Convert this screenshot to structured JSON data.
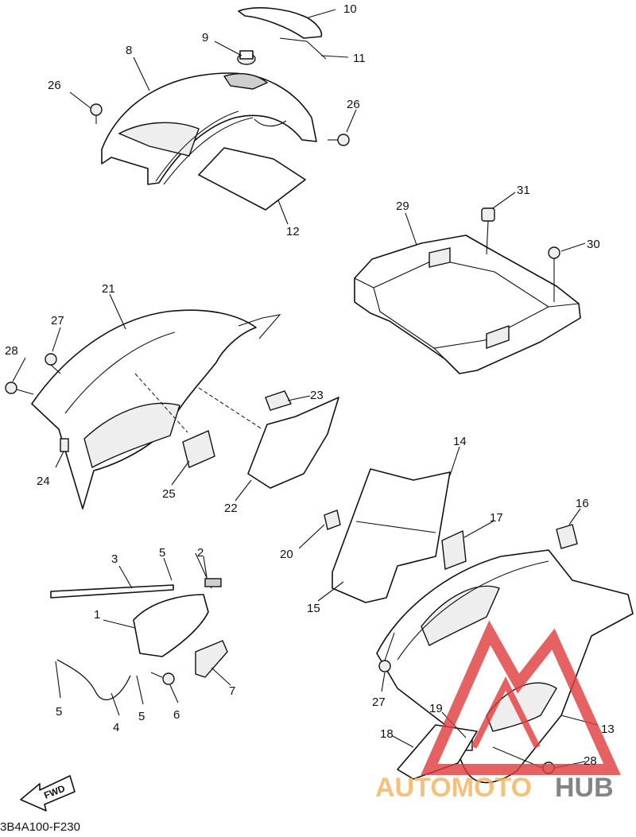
{
  "diagram": {
    "code": "3B4A100-F230",
    "fwd_label": "FWD",
    "watermark": {
      "word_a": "AUTOMOTO",
      "word_b": "HUB",
      "color_a": "#f2b25a",
      "color_b": "#666666",
      "logo_color": "#e03c3c"
    }
  },
  "callouts": [
    {
      "id": "c1",
      "text": "1"
    },
    {
      "id": "c2",
      "text": "2"
    },
    {
      "id": "c3",
      "text": "3"
    },
    {
      "id": "c4",
      "text": "4"
    },
    {
      "id": "c5a",
      "text": "5"
    },
    {
      "id": "c5b",
      "text": "5"
    },
    {
      "id": "c5c",
      "text": "5"
    },
    {
      "id": "c6",
      "text": "6"
    },
    {
      "id": "c7",
      "text": "7"
    },
    {
      "id": "c8",
      "text": "8"
    },
    {
      "id": "c9",
      "text": "9"
    },
    {
      "id": "c10",
      "text": "10"
    },
    {
      "id": "c11",
      "text": "11"
    },
    {
      "id": "c12",
      "text": "12"
    },
    {
      "id": "c13",
      "text": "13"
    },
    {
      "id": "c14",
      "text": "14"
    },
    {
      "id": "c15",
      "text": "15"
    },
    {
      "id": "c16",
      "text": "16"
    },
    {
      "id": "c17",
      "text": "17"
    },
    {
      "id": "c18",
      "text": "18"
    },
    {
      "id": "c19",
      "text": "19"
    },
    {
      "id": "c20",
      "text": "20"
    },
    {
      "id": "c21",
      "text": "21"
    },
    {
      "id": "c22",
      "text": "22"
    },
    {
      "id": "c23",
      "text": "23"
    },
    {
      "id": "c24",
      "text": "24"
    },
    {
      "id": "c25",
      "text": "25"
    },
    {
      "id": "c26a",
      "text": "26"
    },
    {
      "id": "c26b",
      "text": "26"
    },
    {
      "id": "c27a",
      "text": "27"
    },
    {
      "id": "c27b",
      "text": "27"
    },
    {
      "id": "c28a",
      "text": "28"
    },
    {
      "id": "c28b",
      "text": "28"
    },
    {
      "id": "c29",
      "text": "29"
    },
    {
      "id": "c30",
      "text": "30"
    },
    {
      "id": "c31",
      "text": "31"
    }
  ]
}
